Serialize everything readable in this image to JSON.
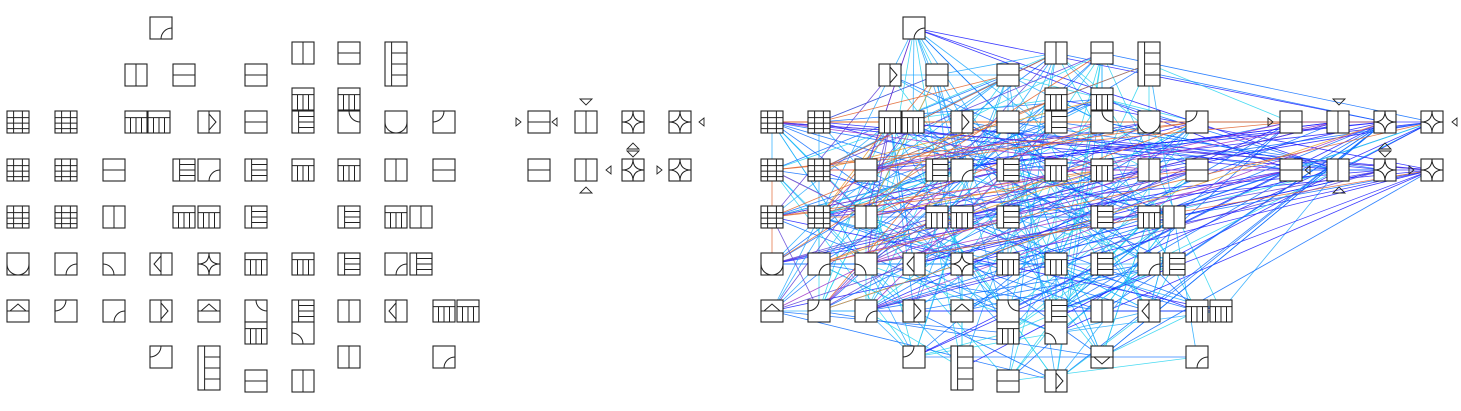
{
  "figure": {
    "panels": [
      "tile-catalog",
      "legend",
      "tile-graph"
    ]
  },
  "colors": {
    "tile_stroke": "#222222",
    "background": "#ffffff",
    "edge_palette": [
      "#1a1aff",
      "#0a6cff",
      "#1ea7ff",
      "#27d3f0",
      "#5b3bd6",
      "#9b2fc7",
      "#e0642d",
      "#e89a2a"
    ]
  },
  "tile_types": [
    "plain",
    "hsplit",
    "vsplit",
    "arc-tr",
    "arc-tl",
    "arc-br",
    "arc-bl",
    "arc-bot2",
    "arc-four",
    "tri-left",
    "tri-right",
    "tri-up",
    "tri-down",
    "grid",
    "multi-v",
    "multi-h"
  ]
}
